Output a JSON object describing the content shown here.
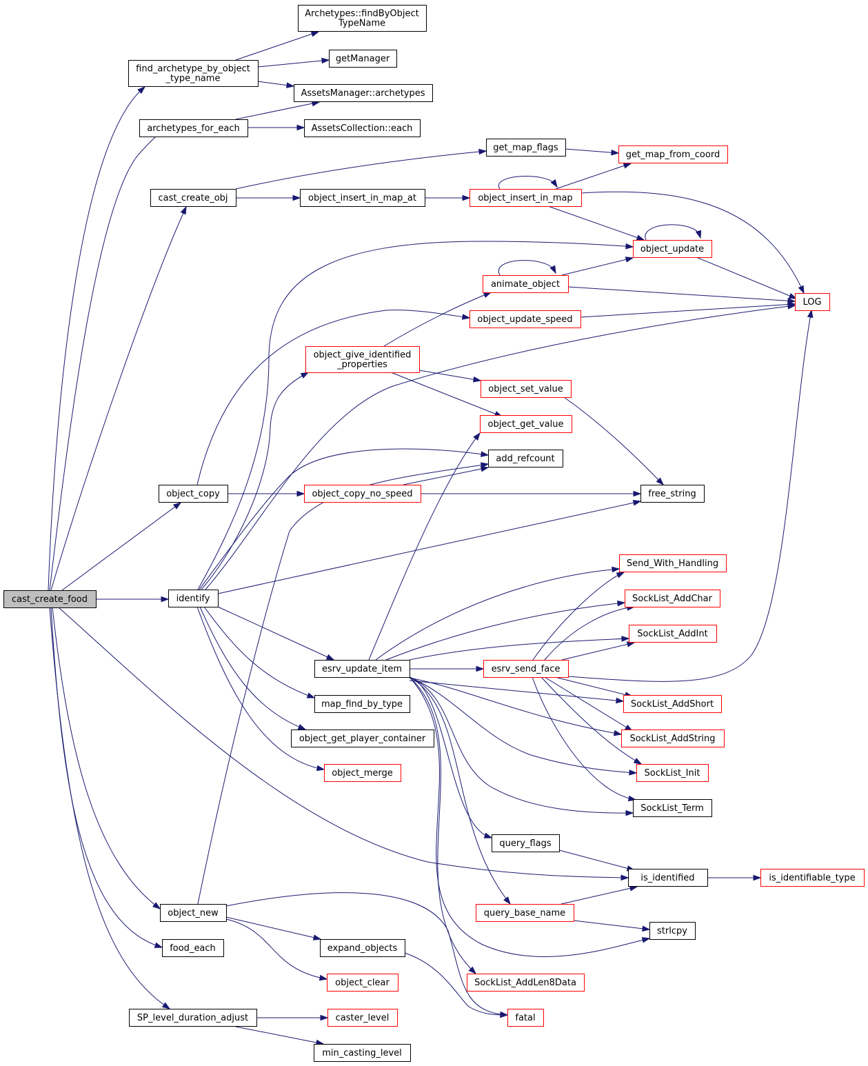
{
  "diagram": {
    "nodes": [
      {
        "id": "cast_create_food",
        "lines": [
          "cast_create_food"
        ],
        "style": "root"
      },
      {
        "id": "find_archetype_by_object_type_name",
        "lines": [
          "find_archetype_by_object",
          "_type_name"
        ],
        "style": "black"
      },
      {
        "id": "archetypes_findByObjectTypeName",
        "lines": [
          "Archetypes::findByObject",
          "TypeName"
        ],
        "style": "black"
      },
      {
        "id": "getManager",
        "lines": [
          "getManager"
        ],
        "style": "black"
      },
      {
        "id": "AssetsManager_archetypes",
        "lines": [
          "AssetsManager::archetypes"
        ],
        "style": "black"
      },
      {
        "id": "archetypes_for_each",
        "lines": [
          "archetypes_for_each"
        ],
        "style": "black"
      },
      {
        "id": "AssetsCollection_each",
        "lines": [
          "AssetsCollection::each"
        ],
        "style": "black"
      },
      {
        "id": "get_map_flags",
        "lines": [
          "get_map_flags"
        ],
        "style": "black"
      },
      {
        "id": "get_map_from_coord",
        "lines": [
          "get_map_from_coord"
        ],
        "style": "red"
      },
      {
        "id": "cast_create_obj",
        "lines": [
          "cast_create_obj"
        ],
        "style": "black"
      },
      {
        "id": "object_insert_in_map_at",
        "lines": [
          "object_insert_in_map_at"
        ],
        "style": "black"
      },
      {
        "id": "object_insert_in_map",
        "lines": [
          "object_insert_in_map"
        ],
        "style": "red"
      },
      {
        "id": "object_update",
        "lines": [
          "object_update"
        ],
        "style": "red"
      },
      {
        "id": "animate_object",
        "lines": [
          "animate_object"
        ],
        "style": "red"
      },
      {
        "id": "LOG",
        "lines": [
          "LOG"
        ],
        "style": "red"
      },
      {
        "id": "object_update_speed",
        "lines": [
          "object_update_speed"
        ],
        "style": "red"
      },
      {
        "id": "object_give_identified_properties",
        "lines": [
          "object_give_identified",
          "_properties"
        ],
        "style": "red"
      },
      {
        "id": "object_set_value",
        "lines": [
          "object_set_value"
        ],
        "style": "red"
      },
      {
        "id": "object_get_value",
        "lines": [
          "object_get_value"
        ],
        "style": "red"
      },
      {
        "id": "add_refcount",
        "lines": [
          "add_refcount"
        ],
        "style": "black"
      },
      {
        "id": "object_copy",
        "lines": [
          "object_copy"
        ],
        "style": "black"
      },
      {
        "id": "object_copy_no_speed",
        "lines": [
          "object_copy_no_speed"
        ],
        "style": "red"
      },
      {
        "id": "free_string",
        "lines": [
          "free_string"
        ],
        "style": "black"
      },
      {
        "id": "Send_With_Handling",
        "lines": [
          "Send_With_Handling"
        ],
        "style": "red"
      },
      {
        "id": "SockList_AddChar",
        "lines": [
          "SockList_AddChar"
        ],
        "style": "red"
      },
      {
        "id": "identify",
        "lines": [
          "identify"
        ],
        "style": "black"
      },
      {
        "id": "SockList_AddInt",
        "lines": [
          "SockList_AddInt"
        ],
        "style": "red"
      },
      {
        "id": "esrv_update_item",
        "lines": [
          "esrv_update_item"
        ],
        "style": "black"
      },
      {
        "id": "esrv_send_face",
        "lines": [
          "esrv_send_face"
        ],
        "style": "red"
      },
      {
        "id": "map_find_by_type",
        "lines": [
          "map_find_by_type"
        ],
        "style": "black"
      },
      {
        "id": "SockList_AddShort",
        "lines": [
          "SockList_AddShort"
        ],
        "style": "red"
      },
      {
        "id": "object_get_player_container",
        "lines": [
          "object_get_player_container"
        ],
        "style": "black"
      },
      {
        "id": "SockList_AddString",
        "lines": [
          "SockList_AddString"
        ],
        "style": "red"
      },
      {
        "id": "object_merge",
        "lines": [
          "object_merge"
        ],
        "style": "red"
      },
      {
        "id": "SockList_Init",
        "lines": [
          "SockList_Init"
        ],
        "style": "red"
      },
      {
        "id": "SockList_Term",
        "lines": [
          "SockList_Term"
        ],
        "style": "black"
      },
      {
        "id": "query_flags",
        "lines": [
          "query_flags"
        ],
        "style": "black"
      },
      {
        "id": "is_identified",
        "lines": [
          "is_identified"
        ],
        "style": "black"
      },
      {
        "id": "is_identifiable_type",
        "lines": [
          "is_identifiable_type"
        ],
        "style": "red"
      },
      {
        "id": "object_new",
        "lines": [
          "object_new"
        ],
        "style": "black"
      },
      {
        "id": "query_base_name",
        "lines": [
          "query_base_name"
        ],
        "style": "red"
      },
      {
        "id": "strlcpy",
        "lines": [
          "strlcpy"
        ],
        "style": "black"
      },
      {
        "id": "food_each",
        "lines": [
          "food_each"
        ],
        "style": "black"
      },
      {
        "id": "expand_objects",
        "lines": [
          "expand_objects"
        ],
        "style": "black"
      },
      {
        "id": "object_clear",
        "lines": [
          "object_clear"
        ],
        "style": "red"
      },
      {
        "id": "SockList_AddLen8Data",
        "lines": [
          "SockList_AddLen8Data"
        ],
        "style": "red"
      },
      {
        "id": "SP_level_duration_adjust",
        "lines": [
          "SP_level_duration_adjust"
        ],
        "style": "black"
      },
      {
        "id": "caster_level",
        "lines": [
          "caster_level"
        ],
        "style": "red"
      },
      {
        "id": "fatal",
        "lines": [
          "fatal"
        ],
        "style": "red"
      },
      {
        "id": "min_casting_level",
        "lines": [
          "min_casting_level"
        ],
        "style": "black"
      }
    ],
    "edges": [
      [
        "cast_create_food",
        "find_archetype_by_object_type_name"
      ],
      [
        "cast_create_food",
        "archetypes_for_each"
      ],
      [
        "cast_create_food",
        "cast_create_obj"
      ],
      [
        "cast_create_food",
        "object_copy"
      ],
      [
        "cast_create_food",
        "identify"
      ],
      [
        "cast_create_food",
        "is_identified"
      ],
      [
        "cast_create_food",
        "object_new"
      ],
      [
        "cast_create_food",
        "food_each"
      ],
      [
        "cast_create_food",
        "SP_level_duration_adjust"
      ],
      [
        "find_archetype_by_object_type_name",
        "archetypes_findByObjectTypeName"
      ],
      [
        "find_archetype_by_object_type_name",
        "getManager"
      ],
      [
        "find_archetype_by_object_type_name",
        "AssetsManager_archetypes"
      ],
      [
        "archetypes_for_each",
        "AssetsManager_archetypes"
      ],
      [
        "archetypes_for_each",
        "AssetsCollection_each"
      ],
      [
        "cast_create_obj",
        "get_map_flags"
      ],
      [
        "cast_create_obj",
        "object_insert_in_map_at"
      ],
      [
        "get_map_flags",
        "get_map_from_coord"
      ],
      [
        "object_insert_in_map_at",
        "object_insert_in_map"
      ],
      [
        "object_insert_in_map",
        "object_insert_in_map"
      ],
      [
        "object_insert_in_map",
        "get_map_from_coord"
      ],
      [
        "object_insert_in_map",
        "object_update"
      ],
      [
        "object_insert_in_map",
        "LOG"
      ],
      [
        "object_update",
        "object_update"
      ],
      [
        "object_update",
        "LOG"
      ],
      [
        "animate_object",
        "animate_object"
      ],
      [
        "animate_object",
        "object_update"
      ],
      [
        "animate_object",
        "LOG"
      ],
      [
        "object_update_speed",
        "LOG"
      ],
      [
        "object_give_identified_properties",
        "animate_object"
      ],
      [
        "object_give_identified_properties",
        "object_set_value"
      ],
      [
        "object_give_identified_properties",
        "object_get_value"
      ],
      [
        "object_set_value",
        "free_string"
      ],
      [
        "object_copy",
        "object_update_speed"
      ],
      [
        "object_copy",
        "object_copy_no_speed"
      ],
      [
        "object_copy_no_speed",
        "add_refcount"
      ],
      [
        "object_copy_no_speed",
        "free_string"
      ],
      [
        "identify",
        "object_update"
      ],
      [
        "identify",
        "object_give_identified_properties"
      ],
      [
        "identify",
        "LOG"
      ],
      [
        "identify",
        "add_refcount"
      ],
      [
        "identify",
        "free_string"
      ],
      [
        "identify",
        "esrv_update_item"
      ],
      [
        "identify",
        "map_find_by_type"
      ],
      [
        "identify",
        "object_get_player_container"
      ],
      [
        "identify",
        "object_merge"
      ],
      [
        "esrv_update_item",
        "object_get_value"
      ],
      [
        "esrv_update_item",
        "Send_With_Handling"
      ],
      [
        "esrv_update_item",
        "SockList_AddChar"
      ],
      [
        "esrv_update_item",
        "SockList_AddInt"
      ],
      [
        "esrv_update_item",
        "esrv_send_face"
      ],
      [
        "esrv_update_item",
        "SockList_AddShort"
      ],
      [
        "esrv_update_item",
        "SockList_AddString"
      ],
      [
        "esrv_update_item",
        "SockList_Init"
      ],
      [
        "esrv_update_item",
        "SockList_Term"
      ],
      [
        "esrv_update_item",
        "query_flags"
      ],
      [
        "esrv_update_item",
        "query_base_name"
      ],
      [
        "esrv_update_item",
        "strlcpy"
      ],
      [
        "esrv_update_item",
        "SockList_AddLen8Data"
      ],
      [
        "esrv_send_face",
        "Send_With_Handling"
      ],
      [
        "esrv_send_face",
        "SockList_AddChar"
      ],
      [
        "esrv_send_face",
        "SockList_AddInt"
      ],
      [
        "esrv_send_face",
        "LOG"
      ],
      [
        "esrv_send_face",
        "SockList_AddShort"
      ],
      [
        "esrv_send_face",
        "SockList_AddString"
      ],
      [
        "esrv_send_face",
        "SockList_Init"
      ],
      [
        "esrv_send_face",
        "SockList_Term"
      ],
      [
        "query_flags",
        "is_identified"
      ],
      [
        "is_identified",
        "is_identifiable_type"
      ],
      [
        "query_base_name",
        "is_identified"
      ],
      [
        "query_base_name",
        "strlcpy"
      ],
      [
        "object_new",
        "add_refcount"
      ],
      [
        "object_new",
        "expand_objects"
      ],
      [
        "object_new",
        "object_clear"
      ],
      [
        "object_new",
        "fatal"
      ],
      [
        "expand_objects",
        "fatal"
      ],
      [
        "SP_level_duration_adjust",
        "caster_level"
      ],
      [
        "SP_level_duration_adjust",
        "min_casting_level"
      ]
    ]
  }
}
